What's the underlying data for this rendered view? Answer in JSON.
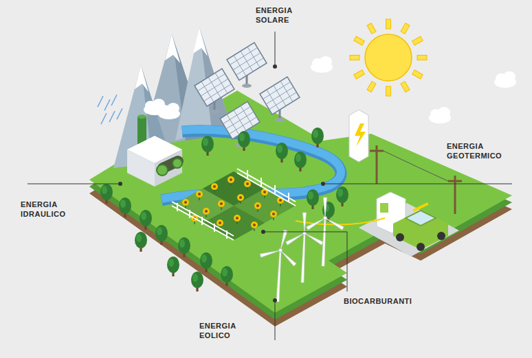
{
  "diagram": {
    "labels": [
      "ENERGIA SOLARE",
      "ENERGIA GEOTERMICO",
      "ENERGIA IDRAULICO",
      "BIOCARBURANTI",
      "ENERGIA EOLICO"
    ]
  }
}
